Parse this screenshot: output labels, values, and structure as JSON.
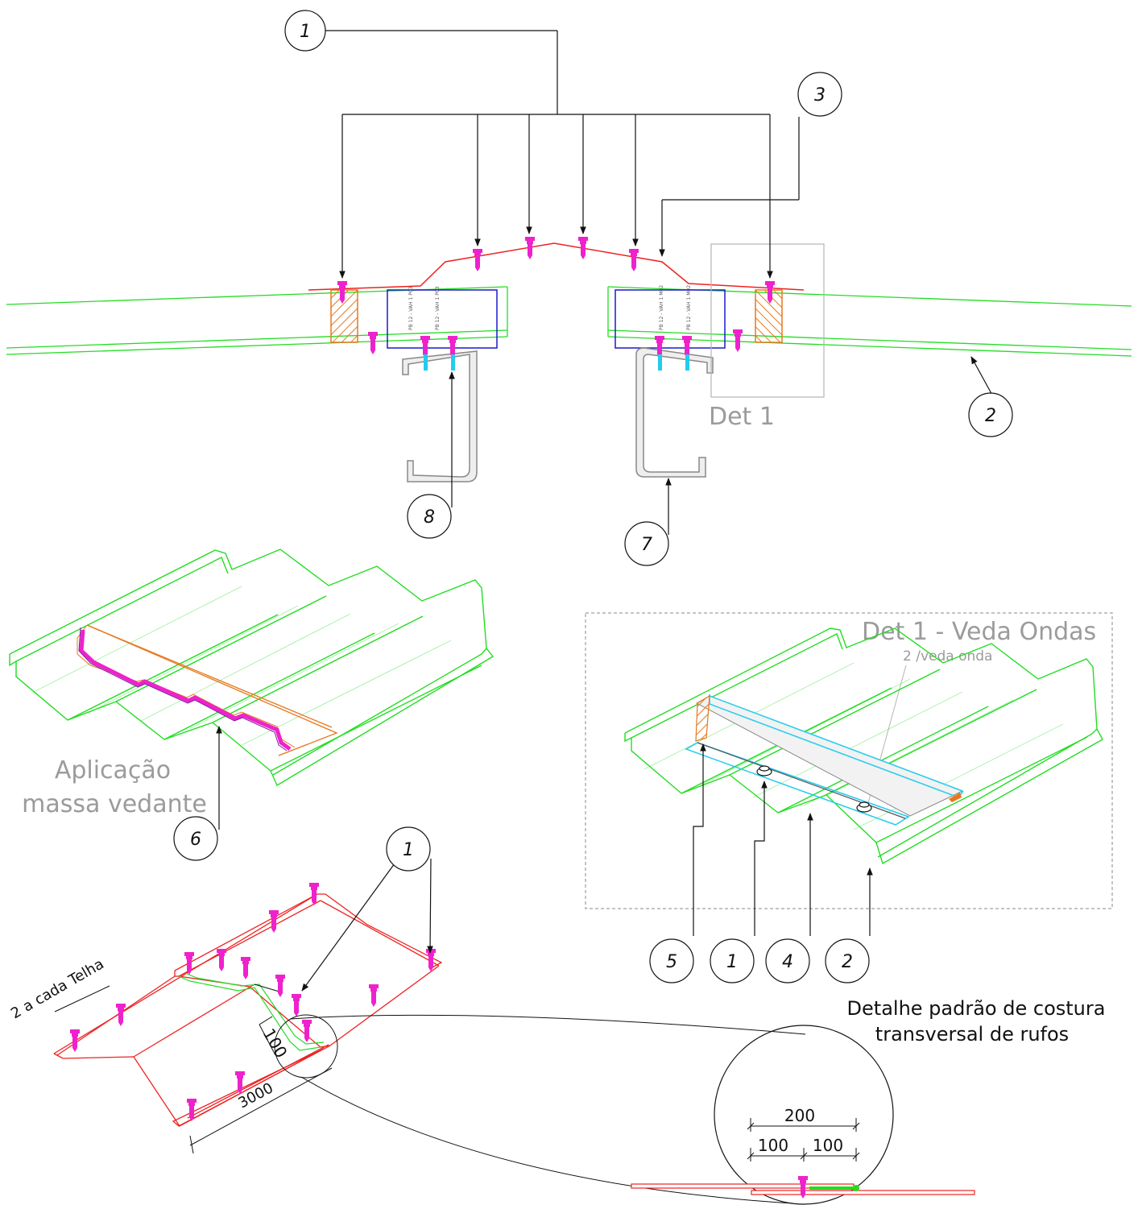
{
  "callouts": {
    "top_1": "1",
    "top_3": "3",
    "top_2": "2",
    "top_8": "8",
    "top_7": "7",
    "mid_6": "6",
    "det_5": "5",
    "det_1": "1",
    "det_4": "4",
    "det_2": "2",
    "bottom_1": "1"
  },
  "labels": {
    "det1_box": "Det 1",
    "det1_title": "Det 1 - Veda Ondas",
    "det1_sub": "2 /veda onda",
    "sealant_line1": "Aplicação",
    "sealant_line2": "massa vedante",
    "each_tile": "2 a cada Telha",
    "seam_title_line1": "Detalhe padrão de costura",
    "seam_title_line2": "transversal de rufos"
  },
  "dimensions": {
    "overlap": "100",
    "length": "3000",
    "total": "200",
    "half_left": "100",
    "half_right": "100"
  },
  "colors": {
    "tile": "#22dd22",
    "flashing": "#ee2222",
    "screw": "#ee22cc",
    "purlin": "#888888",
    "block": "#e6781e",
    "cap_blue": "#1a1acc",
    "cyan": "#22ccee",
    "leader": "#111111",
    "caption": "#9b9b9b"
  }
}
